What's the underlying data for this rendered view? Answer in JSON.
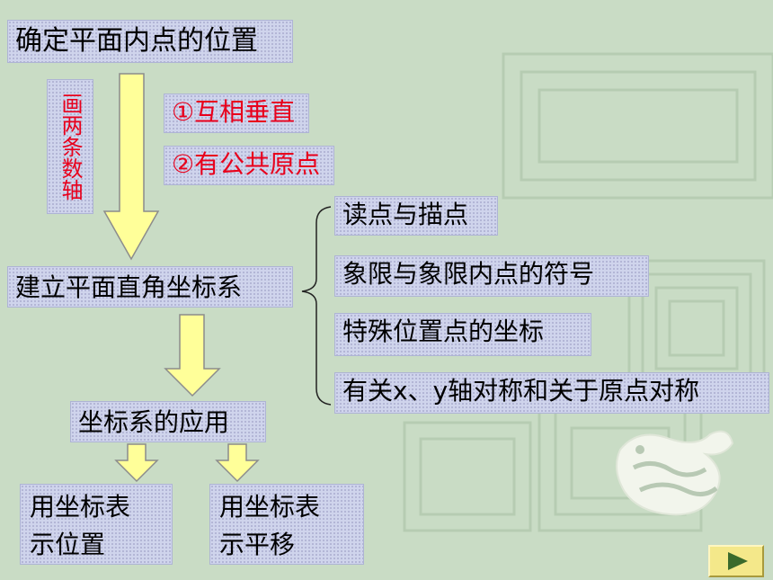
{
  "title": "确定平面内点的位置",
  "draw_axes": "画两条数轴",
  "conditions": [
    "①互相垂直",
    "②有公共原点"
  ],
  "coordinate_system": "建立平面直角坐标系",
  "topics": [
    "读点与描点",
    "象限与象限内点的符号",
    "特殊位置点的坐标",
    "有关x、y轴对称和关于原点对称"
  ],
  "applications_title": "坐标系的应用",
  "applications": [
    "用坐标表示位置",
    "用坐标表示平移"
  ],
  "colors": {
    "box_bg": "#cfd4ec",
    "arrow_fill": "#ffff99",
    "label_red": "#e8001c",
    "background": "#c9dcc5"
  },
  "icons": [
    "dragon-emblem-icon",
    "next-arrow-icon"
  ]
}
